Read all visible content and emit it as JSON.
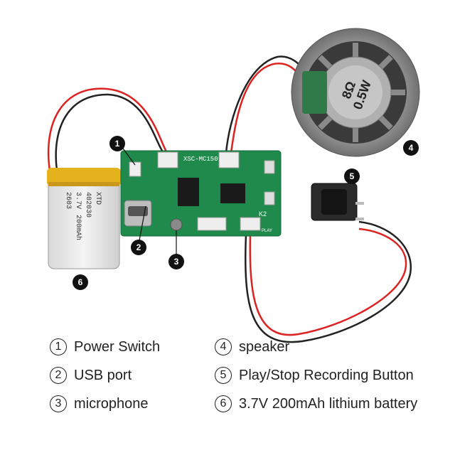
{
  "board": {
    "model_label": "XSC-MC150",
    "key_label": "K2",
    "play_label": "PLAY"
  },
  "battery": {
    "line1": "XTD",
    "line2": "402030",
    "line3": "3.7V",
    "line4": "200mAh",
    "line5": "2603"
  },
  "speaker": {
    "rating_ohm": "8Ω",
    "rating_watt": "0.5W"
  },
  "callouts": [
    "1",
    "2",
    "3",
    "4",
    "5",
    "6"
  ],
  "legend": [
    {
      "num": "1",
      "label": "Power Switch"
    },
    {
      "num": "2",
      "label": "USB port"
    },
    {
      "num": "3",
      "label": "microphone"
    },
    {
      "num": "4",
      "label": "speaker"
    },
    {
      "num": "5",
      "label": "Play/Stop Recording Button"
    },
    {
      "num": "6",
      "label": "3.7V 200mAh lithium battery"
    }
  ]
}
